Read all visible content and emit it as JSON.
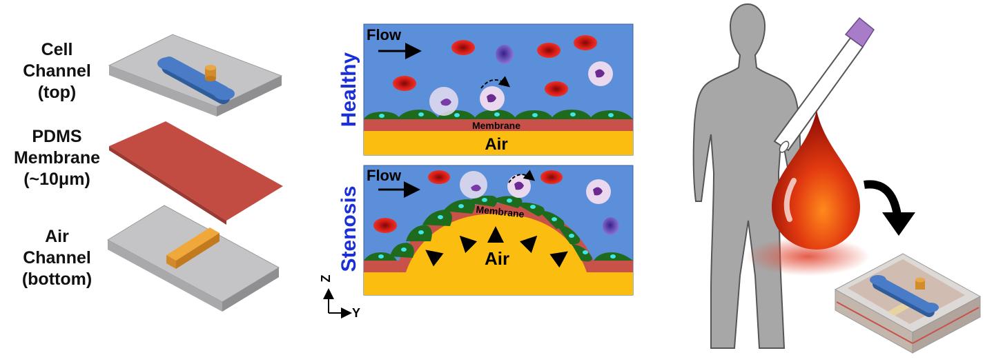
{
  "layers": [
    {
      "line1": "Cell",
      "line2": "Channel",
      "line3": "(top)"
    },
    {
      "line1": "PDMS",
      "line2": "Membrane",
      "line3": "(~10μm)"
    },
    {
      "line1": "Air",
      "line2": "Channel",
      "line3": "(bottom)"
    }
  ],
  "panels": {
    "healthy": {
      "side_label": "Healthy",
      "flow": "Flow",
      "membrane": "Membrane",
      "air": "Air"
    },
    "stenosis": {
      "side_label": "Stenosis",
      "flow": "Flow",
      "membrane": "Membrane",
      "air": "Air"
    }
  },
  "axes": {
    "z": "Z",
    "y": "Y"
  },
  "colors": {
    "channel_blue": "#5b8fd9",
    "membrane_red": "#c8524a",
    "air_yellow": "#fbbd0f",
    "cell_green": "#1f6b1e",
    "rbc_red": "#d11a14",
    "label_blue": "#1a2fd6"
  }
}
